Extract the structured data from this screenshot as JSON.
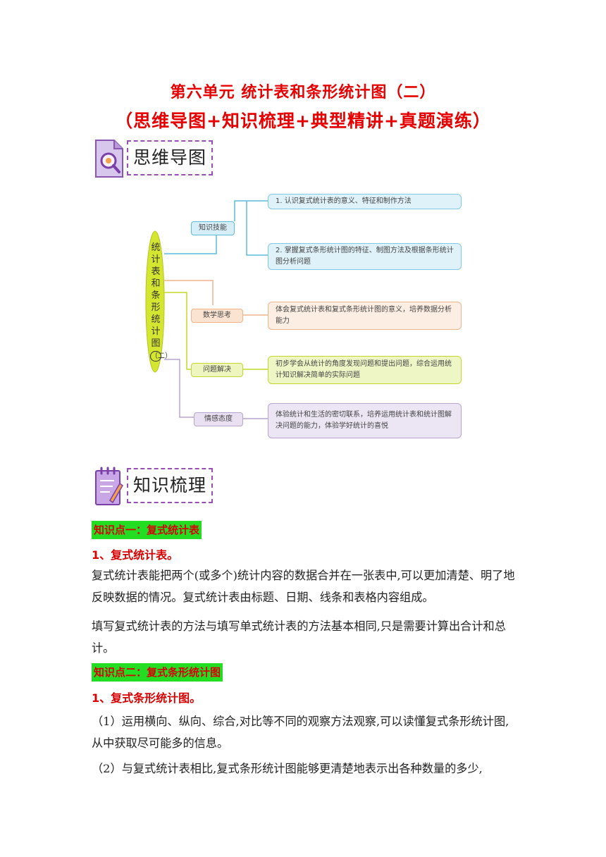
{
  "title": {
    "line1": "第六单元  统计表和条形统计图（二）",
    "line2": "（思维导图+知识梳理+典型精讲+真题演练）"
  },
  "sections": {
    "mindmap_label": "思维导图",
    "knowledge_label": "知识梳理"
  },
  "mindmap": {
    "root": [
      "统",
      "计",
      "表",
      "和",
      "条",
      "形",
      "统",
      "计",
      "图",
      "（二）"
    ],
    "branches": [
      {
        "label": "知识技能",
        "color": "#5bbcdc",
        "items": [
          "1. 认识复式统计表的意义、特征和制作方法",
          "2. 掌握复式条形统计图的特征、制图方法及根据条形统计图分析问题"
        ]
      },
      {
        "label": "数学思考",
        "color": "#f0b38a",
        "items": [
          "体会复式统计表和复式条形统计图的意义，培养数据分析能力"
        ]
      },
      {
        "label": "问题解决",
        "color": "#c4d82a",
        "items": [
          "初步学会从统计的角度发现问题和提出问题，综合运用统计知识解决简单的实际问题"
        ]
      },
      {
        "label": "情感态度",
        "color": "#b9a3cf",
        "items": [
          "体验统计和生活的密切联系，培养运用统计表和统计图解决问题的能力，体验学好统计的喜悦"
        ]
      }
    ]
  },
  "knowledge": {
    "kp1": "知识点一：复式统计表",
    "kp1_sub": "1、复式统计表。",
    "kp1_p1": "复式统计表能把两个(或多个)统计内容的数据合并在一张表中,可以更加清楚、明了地反映数据的情况。复式统计表由标题、日期、线条和表格内容组成。",
    "kp1_p2": "填写复式统计表的方法与填写单式统计表的方法基本相同,只是需要计算出合计和总计。",
    "kp2": "知识点二：复式条形统计图",
    "kp2_sub": "1、复式条形统计图。",
    "kp2_p1": "（1）运用横向、纵向、综合,对比等不同的观察方法观察,可以读懂复式条形统计图,从中获取尽可能多的信息。",
    "kp2_p2": "（2）与复式统计表相比,复式条形统计图能够更清楚地表示出各种数量的多少,"
  }
}
